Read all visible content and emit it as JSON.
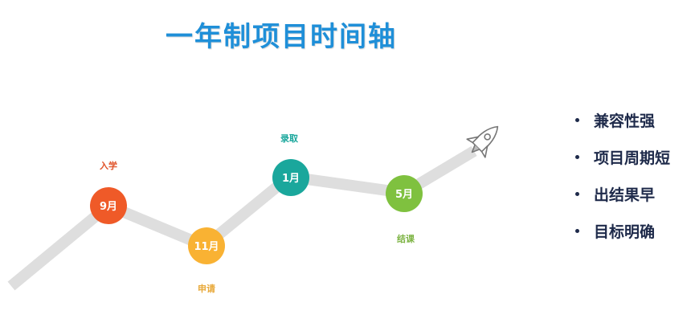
{
  "title": "一年制项目时间轴",
  "milestones": [
    {
      "month": "9月",
      "label": "入学",
      "color": "#ef5a28",
      "label_color": "#e0532a"
    },
    {
      "month": "11月",
      "label": "申请",
      "color": "#f9b233",
      "label_color": "#e8a93a"
    },
    {
      "month": "1月",
      "label": "录取",
      "color": "#1aa79c",
      "label_color": "#1aa79c"
    },
    {
      "month": "5月",
      "label": "结课",
      "color": "#7fc13f",
      "label_color": "#7cb342"
    }
  ],
  "features": [
    "兼容性强",
    "项目周期短",
    "出结果早",
    "目标明确"
  ],
  "icons": {
    "end": "rocket-icon"
  },
  "colors": {
    "track": "#dedede",
    "title": "#1f8fd8",
    "text": "#1e2a4a"
  }
}
